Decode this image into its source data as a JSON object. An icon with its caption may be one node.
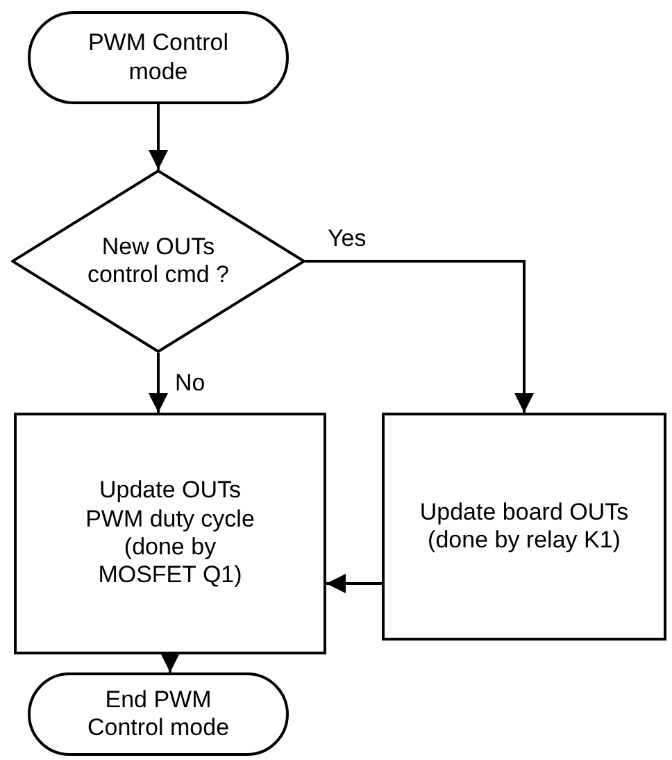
{
  "diagram": {
    "nodes": [
      {
        "text": [
          "PWM Control mode"
        ]
      },
      {
        "text": [
          "New OUTs control cmd ?"
        ]
      },
      {
        "text": [
          "Update OUTs PWM duty cycle (done by MOSFET Q1)"
        ]
      },
      {
        "text": [
          "Update board OUTs (done by relay K1)"
        ]
      },
      {
        "text": [
          "End PWM Control mode"
        ]
      }
    ],
    "edges": [
      {
        "from": 0,
        "to": 1,
        "arrow": "to"
      },
      {
        "from": 1,
        "to": 3,
        "arrow": "to",
        "label": "Yes"
      },
      {
        "from": 1,
        "to": 2,
        "arrow": "to",
        "label": "No"
      },
      {
        "from": 3,
        "to": 2,
        "arrow": "to"
      },
      {
        "from": 2,
        "to": 4,
        "arrow": "to"
      }
    ]
  }
}
